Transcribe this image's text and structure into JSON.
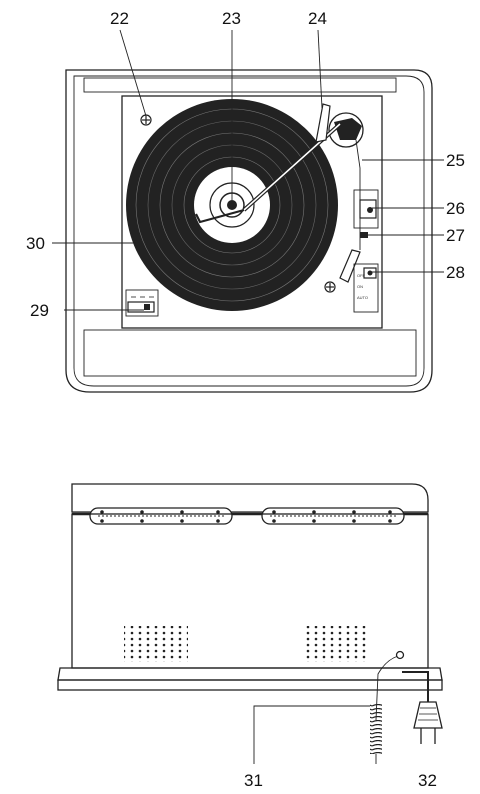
{
  "callouts": {
    "c22": "22",
    "c23": "23",
    "c24": "24",
    "c25": "25",
    "c26": "26",
    "c27": "27",
    "c28": "28",
    "c29": "29",
    "c30": "30",
    "c31": "31",
    "c32": "32"
  },
  "switch_labels": {
    "off": "OFF",
    "on": "ON",
    "auto": "AUTO"
  },
  "colors": {
    "line": "#222222",
    "record": "#222222",
    "background": "#ffffff"
  }
}
